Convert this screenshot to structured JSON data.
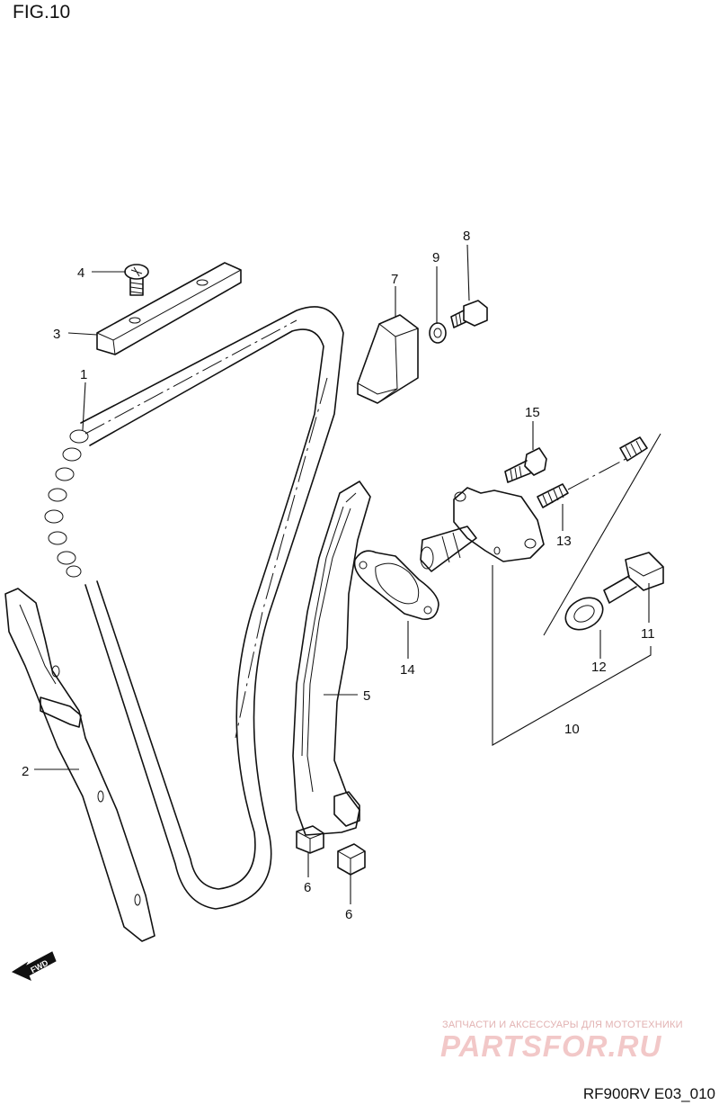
{
  "figure": {
    "title": "FIG.10",
    "drawing_code": "RF900RV E03_010"
  },
  "callouts": {
    "c1": "1",
    "c2": "2",
    "c3": "3",
    "c4": "4",
    "c5": "5",
    "c6a": "6",
    "c6b": "6",
    "c7": "7",
    "c8": "8",
    "c9": "9",
    "c10": "10",
    "c11": "11",
    "c12": "12",
    "c13": "13",
    "c14": "14",
    "c15": "15"
  },
  "direction_marker": {
    "label": "FWD"
  },
  "watermark": {
    "tagline": "ЗАПЧАСТИ И АКСЕССУАРЫ ДЛЯ МОТОТЕХНИКИ",
    "logo": "PARTSFOR.RU",
    "color": "#f2c8c8"
  }
}
